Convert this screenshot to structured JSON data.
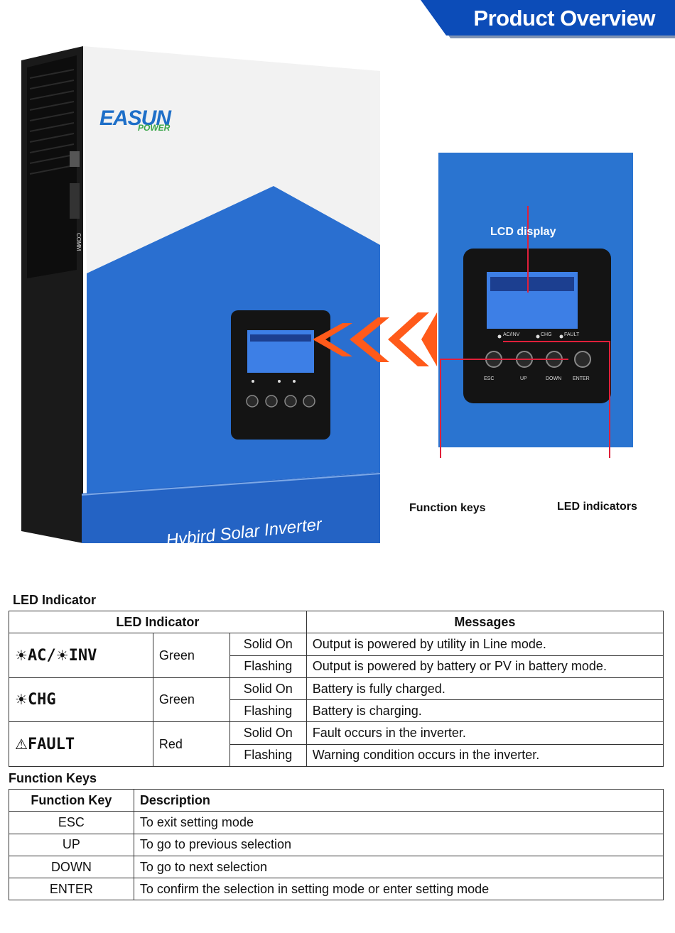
{
  "header": {
    "title": "Product Overview"
  },
  "product": {
    "brand": "EASUN",
    "brand_sub": "POWER",
    "port_label": "COMM",
    "caption": "Hybird Solar Inverter",
    "key_labels": [
      "ESC",
      "UP",
      "DOWN",
      "ENTER"
    ],
    "led_labels": [
      "AC/INV",
      "CHG",
      "FAULT"
    ]
  },
  "callouts": {
    "lcd": "LCD display",
    "keys": "Function keys",
    "led": "LED indicators"
  },
  "led_section": {
    "title": "LED Indicator",
    "headers": {
      "indicator": "LED Indicator",
      "messages": "Messages"
    },
    "groups": [
      {
        "symbol_a": "☀",
        "label_a": "AC",
        "sep": "/",
        "symbol_b": "☀",
        "label_b": "INV",
        "color": "Green",
        "rows": [
          {
            "state": "Solid On",
            "message": "Output is powered by utility in Line mode."
          },
          {
            "state": "Flashing",
            "message": "Output is powered by battery or PV in battery mode."
          }
        ]
      },
      {
        "symbol_a": "☀",
        "label_a": "CHG",
        "color": "Green",
        "rows": [
          {
            "state": "Solid On",
            "message": "Battery is fully charged."
          },
          {
            "state": "Flashing",
            "message": "Battery is charging."
          }
        ]
      },
      {
        "symbol_a": "⚠",
        "label_a": "FAULT",
        "color": "Red",
        "rows": [
          {
            "state": "Solid On",
            "message": "Fault occurs in the inverter."
          },
          {
            "state": "Flashing",
            "message": "Warning condition occurs in the inverter."
          }
        ]
      }
    ]
  },
  "fk_section": {
    "title": "Function Keys",
    "headers": {
      "key": "Function Key",
      "description": "Description"
    },
    "rows": [
      {
        "key": "ESC",
        "description": "To exit setting mode"
      },
      {
        "key": "UP",
        "description": "To go to previous selection"
      },
      {
        "key": "DOWN",
        "description": "To go to next selection"
      },
      {
        "key": "ENTER",
        "description": "To confirm the selection in setting mode or enter setting mode"
      }
    ]
  },
  "colors": {
    "banner": "#0c4cb8",
    "panel_blue": "#2a74d0",
    "callout_line": "#e0203a",
    "arrow": "#ff5a1a",
    "lcd": "#3d7fe6"
  }
}
